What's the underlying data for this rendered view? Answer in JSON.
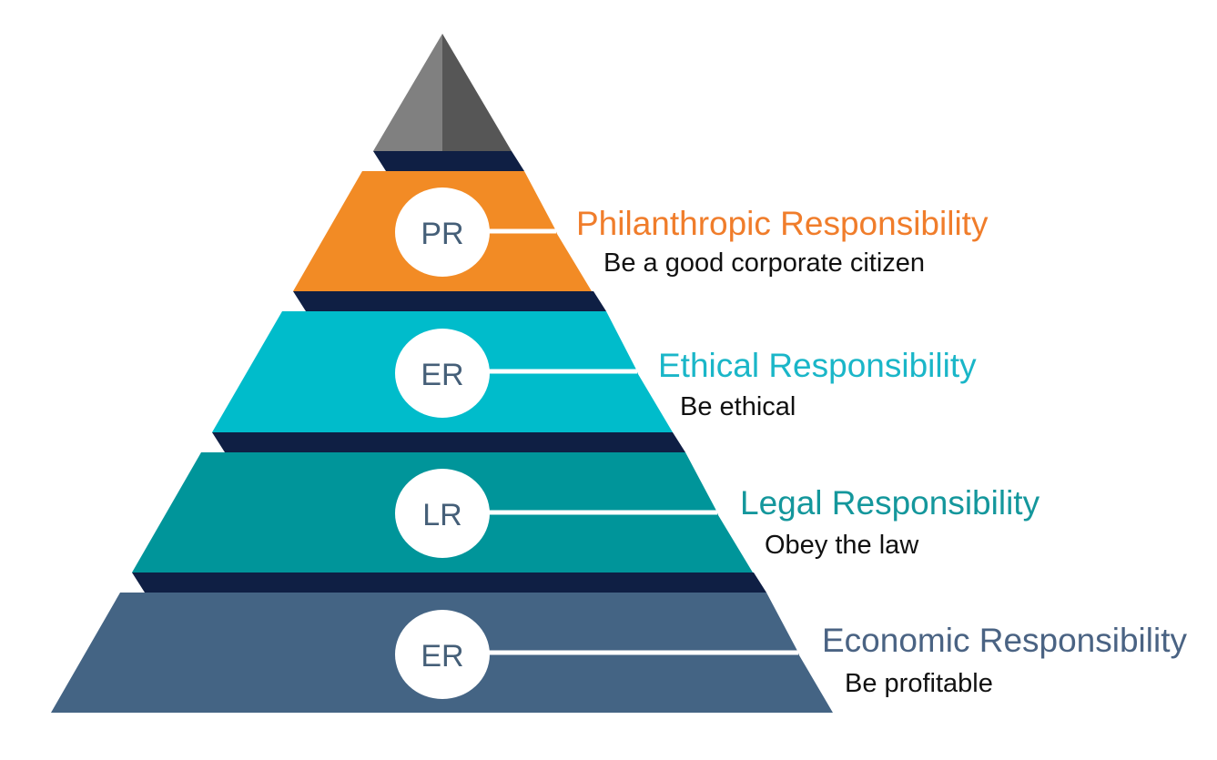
{
  "colors": {
    "apex_left": "#808080",
    "apex_right": "#565656",
    "shadow": "#0f1f44",
    "divider_line": "#ffffff",
    "badge_fill": "#ffffff",
    "badge_text": "#455f78",
    "subtitle_text": "#111111"
  },
  "levels": [
    {
      "badge": "PR",
      "title": "Philanthropic Responsibility",
      "subtitle": "Be a good corporate citizen",
      "color": "#f28b25",
      "title_color": "#f07d2b"
    },
    {
      "badge": "ER",
      "title": "Ethical Responsibility",
      "subtitle": "Be ethical",
      "color": "#00bccb",
      "title_color": "#1ab6c8"
    },
    {
      "badge": "LR",
      "title": "Legal Responsibility",
      "subtitle": "Obey the law",
      "color": "#00959a",
      "title_color": "#14979c"
    },
    {
      "badge": "ER",
      "title": "Economic Responsibility",
      "subtitle": "Be profitable",
      "color": "#446484",
      "title_color": "#4a6383"
    }
  ]
}
